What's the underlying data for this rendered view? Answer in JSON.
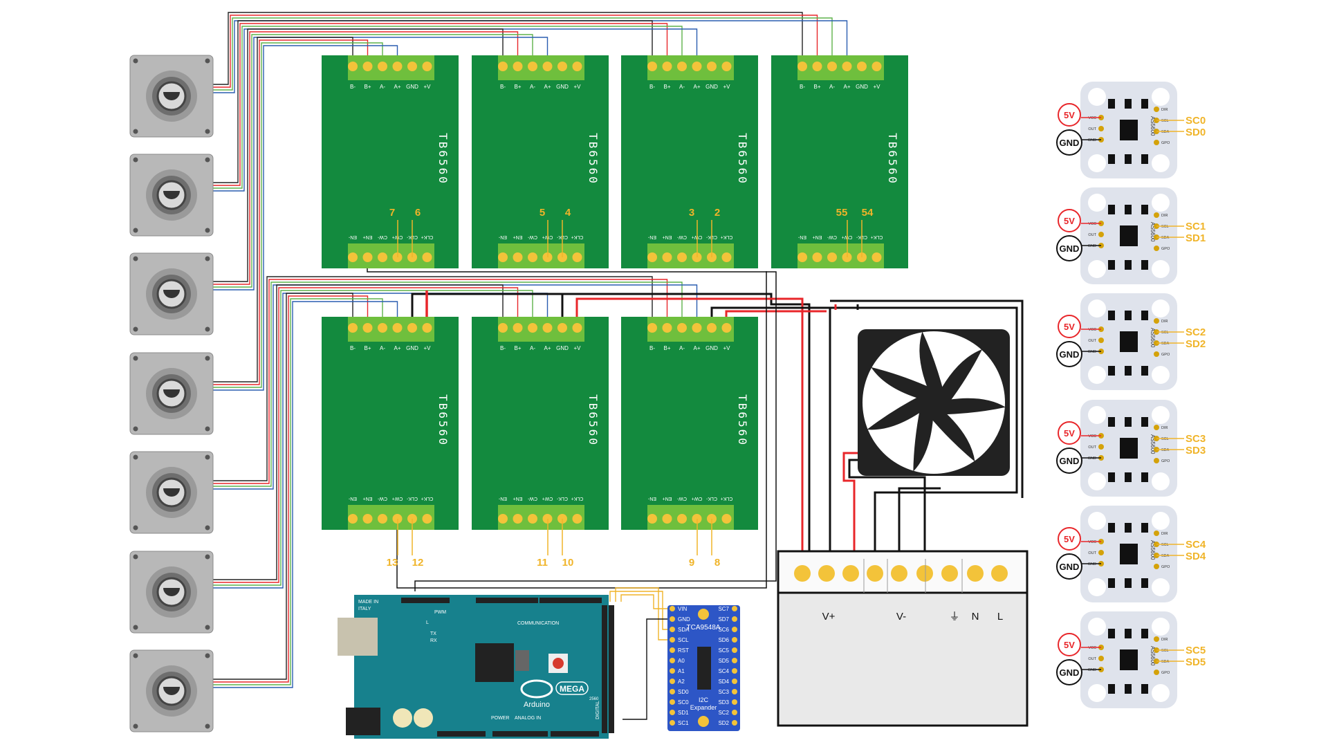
{
  "colors": {
    "driver_board": "#138a3e",
    "terminal": "#6fbf3d",
    "terminal_pin": "#f3c33a",
    "wire_red": "#e8262a",
    "wire_black": "#111111",
    "wire_blue": "#2a5db0",
    "wire_green": "#5db24a",
    "pin_label": "#f0b429",
    "sensor_board": "#dfe3ec",
    "arduino": "#17818d",
    "expander": "#2d56c6",
    "psu": "#e9e9e9"
  },
  "drivers": [
    {
      "name": "TB6560",
      "top_pins": [
        "B-",
        "B+",
        "A-",
        "A+",
        "GND",
        "+V"
      ],
      "bottom_pins": [
        "EN-",
        "EN+",
        "CW-",
        "CW+",
        "CLK-",
        "CLK+"
      ],
      "pin_numbers": [
        "7",
        "6"
      ]
    },
    {
      "name": "TB6560",
      "top_pins": [
        "B-",
        "B+",
        "A-",
        "A+",
        "GND",
        "+V"
      ],
      "bottom_pins": [
        "EN-",
        "EN+",
        "CW-",
        "CW+",
        "CLK-",
        "CLK+"
      ],
      "pin_numbers": [
        "5",
        "4"
      ]
    },
    {
      "name": "TB6560",
      "top_pins": [
        "B-",
        "B+",
        "A-",
        "A+",
        "GND",
        "+V"
      ],
      "bottom_pins": [
        "EN-",
        "EN+",
        "CW-",
        "CW+",
        "CLK-",
        "CLK+"
      ],
      "pin_numbers": [
        "3",
        "2"
      ]
    },
    {
      "name": "TB6560",
      "top_pins": [
        "B-",
        "B+",
        "A-",
        "A+",
        "GND",
        "+V"
      ],
      "bottom_pins": [
        "EN-",
        "EN+",
        "CW-",
        "CW+",
        "CLK-",
        "CLK+"
      ],
      "pin_numbers": [
        "55",
        "54"
      ]
    },
    {
      "name": "TB6560",
      "top_pins": [
        "B-",
        "B+",
        "A-",
        "A+",
        "GND",
        "+V"
      ],
      "bottom_pins": [
        "EN-",
        "EN+",
        "CW-",
        "CW+",
        "CLK-",
        "CLK+"
      ],
      "pin_numbers": [
        "13",
        "12"
      ]
    },
    {
      "name": "TB6560",
      "top_pins": [
        "B-",
        "B+",
        "A-",
        "A+",
        "GND",
        "+V"
      ],
      "bottom_pins": [
        "EN-",
        "EN+",
        "CW-",
        "CW+",
        "CLK-",
        "CLK+"
      ],
      "pin_numbers": [
        "11",
        "10"
      ]
    },
    {
      "name": "TB6560",
      "top_pins": [
        "B-",
        "B+",
        "A-",
        "A+",
        "GND",
        "+V"
      ],
      "bottom_pins": [
        "EN-",
        "EN+",
        "CW-",
        "CW+",
        "CLK-",
        "CLK+"
      ],
      "pin_numbers": [
        "9",
        "8"
      ]
    }
  ],
  "sensors": [
    {
      "chip": "AS5600",
      "vcc_label": "5V",
      "gnd_label": "GND",
      "scl": "SC0",
      "sda": "SD0",
      "pins": [
        "VCC",
        "OUT",
        "GND",
        "DIR",
        "SCL",
        "SDA",
        "GPO"
      ]
    },
    {
      "chip": "AS5600",
      "vcc_label": "5V",
      "gnd_label": "GND",
      "scl": "SC1",
      "sda": "SD1",
      "pins": [
        "VCC",
        "OUT",
        "GND",
        "DIR",
        "SCL",
        "SDA",
        "GPO"
      ]
    },
    {
      "chip": "AS5600",
      "vcc_label": "5V",
      "gnd_label": "GND",
      "scl": "SC2",
      "sda": "SD2",
      "pins": [
        "VCC",
        "OUT",
        "GND",
        "DIR",
        "SCL",
        "SDA",
        "GPO"
      ]
    },
    {
      "chip": "AS5600",
      "vcc_label": "5V",
      "gnd_label": "GND",
      "scl": "SC3",
      "sda": "SD3",
      "pins": [
        "VCC",
        "OUT",
        "GND",
        "DIR",
        "SCL",
        "SDA",
        "GPO"
      ]
    },
    {
      "chip": "AS5600",
      "vcc_label": "5V",
      "gnd_label": "GND",
      "scl": "SC4",
      "sda": "SD4",
      "pins": [
        "VCC",
        "OUT",
        "GND",
        "DIR",
        "SCL",
        "SDA",
        "GPO"
      ]
    },
    {
      "chip": "AS5600",
      "vcc_label": "5V",
      "gnd_label": "GND",
      "scl": "SC5",
      "sda": "SD5",
      "pins": [
        "VCC",
        "OUT",
        "GND",
        "DIR",
        "SCL",
        "SDA",
        "GPO"
      ]
    }
  ],
  "power_supply": {
    "terminals": [
      "V+",
      "V-",
      "⏚",
      "N",
      "L"
    ]
  },
  "arduino": {
    "made_in": "MADE IN",
    "country": "ITALY",
    "pwm": "PWM",
    "communication": "COMMUNICATION",
    "power": "POWER",
    "analog_in": "ANALOG IN",
    "digital": "DIGITAL",
    "brand": "Arduino",
    "model": "MEGA",
    "year": "2560",
    "tx": "TX",
    "rx": "RX",
    "l": "L"
  },
  "expander": {
    "chip": "TCA9548A",
    "subtitle_1": "I2C",
    "subtitle_2": "Expander",
    "left_pins": [
      "VIN",
      "GND",
      "SDA",
      "SCL",
      "RST",
      "A0",
      "A1",
      "A2",
      "SD0",
      "SC0",
      "SD1",
      "SC1"
    ],
    "right_pins": [
      "SC7",
      "SD7",
      "SC6",
      "SD6",
      "SC5",
      "SD5",
      "SC4",
      "SD4",
      "SC3",
      "SD3",
      "SC2",
      "SD2"
    ]
  },
  "motors_count": 7
}
